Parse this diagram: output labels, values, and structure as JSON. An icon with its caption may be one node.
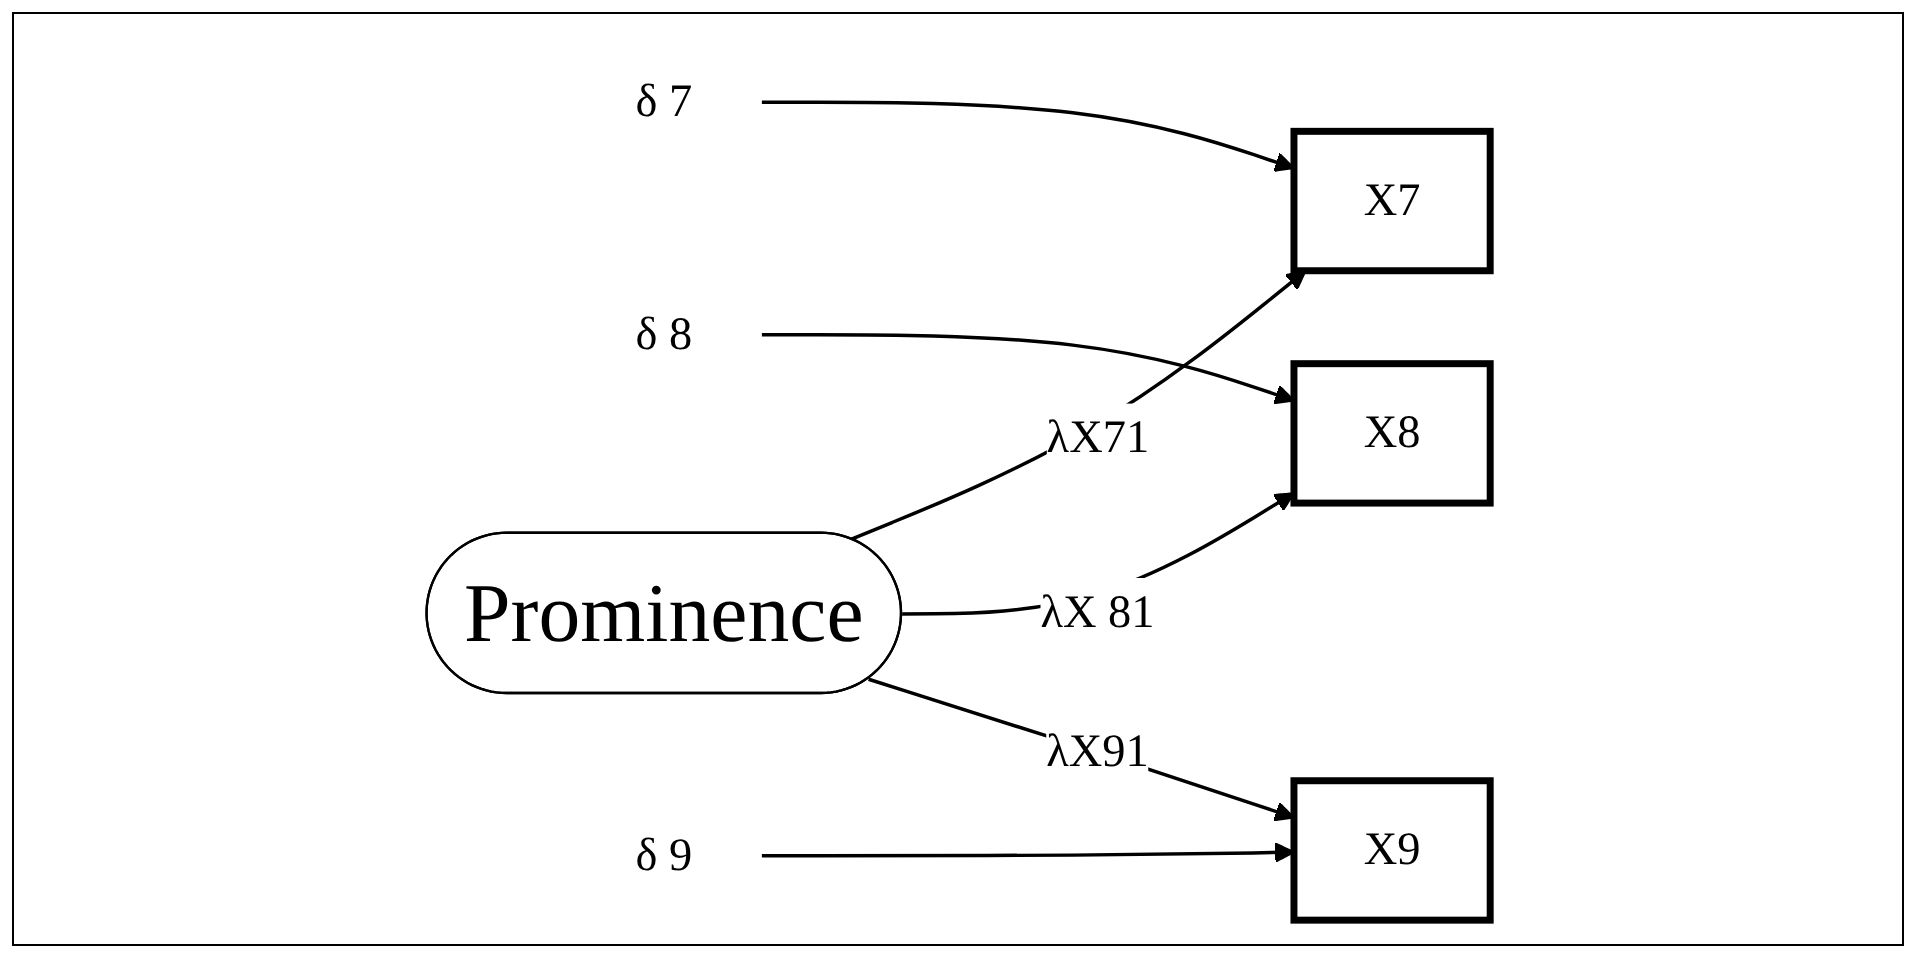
{
  "diagram": {
    "nodes": [
      {
        "text": [
          "δ 7"
        ]
      },
      {
        "text": [
          "X7"
        ]
      },
      {
        "text": [
          "δ 8"
        ]
      },
      {
        "text": [
          "X8"
        ]
      },
      {
        "text": [
          "δ 9"
        ]
      },
      {
        "text": [
          "X9"
        ]
      },
      {
        "text": [
          "Prominence"
        ]
      }
    ],
    "edges": [
      {
        "from": 0,
        "to": 1,
        "arrow": "to"
      },
      {
        "from": 6,
        "to": 1,
        "arrow": "to",
        "label": "λX71"
      },
      {
        "from": 2,
        "to": 3,
        "arrow": "to"
      },
      {
        "from": 6,
        "to": 3,
        "arrow": "to",
        "label": "λX 81"
      },
      {
        "from": 4,
        "to": 5,
        "arrow": "to"
      },
      {
        "from": 6,
        "to": 5,
        "arrow": "to",
        "label": "λX91"
      }
    ]
  }
}
